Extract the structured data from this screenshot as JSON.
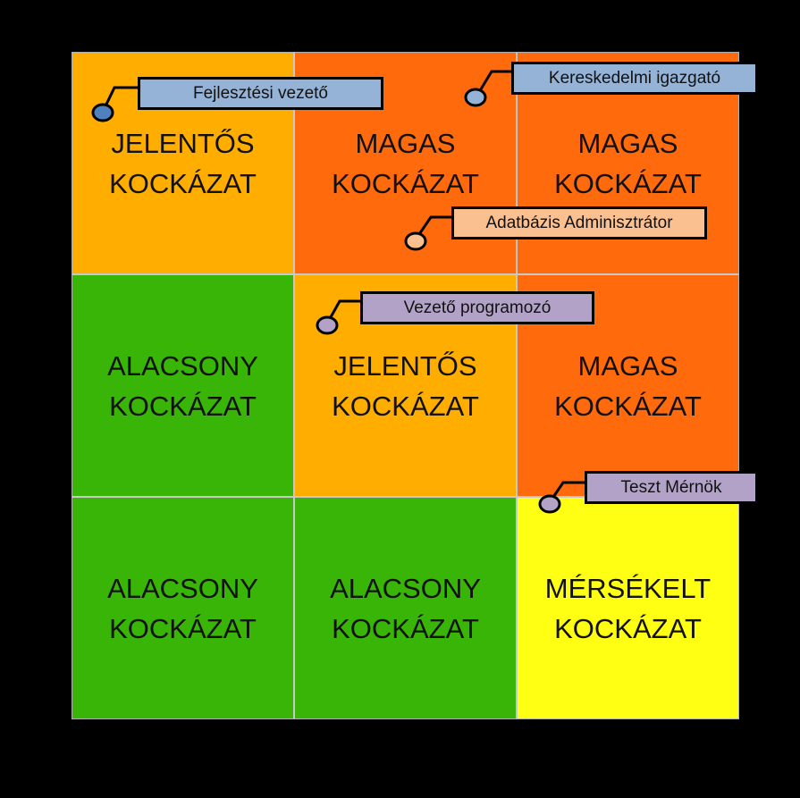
{
  "matrix": {
    "cells": [
      {
        "line1": "JELENTŐS",
        "line2": "KOCKÁZAT",
        "color": "#FFAE00"
      },
      {
        "line1": "MAGAS",
        "line2": "KOCKÁZAT",
        "color": "#FF6A0C"
      },
      {
        "line1": "MAGAS",
        "line2": "KOCKÁZAT",
        "color": "#FF6A0C"
      },
      {
        "line1": "ALACSONY",
        "line2": "KOCKÁZAT",
        "color": "#38B507"
      },
      {
        "line1": "JELENTŐS",
        "line2": "KOCKÁZAT",
        "color": "#FFAE00"
      },
      {
        "line1": "MAGAS",
        "line2": "KOCKÁZAT",
        "color": "#FF6A0C"
      },
      {
        "line1": "ALACSONY",
        "line2": "KOCKÁZAT",
        "color": "#38B507"
      },
      {
        "line1": "ALACSONY",
        "line2": "KOCKÁZAT",
        "color": "#38B507"
      },
      {
        "line1": "MÉRSÉKELT",
        "line2": "KOCKÁZAT",
        "color": "#FFFF14"
      }
    ]
  },
  "markers": [
    {
      "label": "Fejlesztési vezető",
      "box_color": "#95B3D7",
      "dot_color": "#4F81BD"
    },
    {
      "label": "Kereskedelmi igazgató",
      "box_color": "#95B3D7",
      "dot_color": "#95B3D7"
    },
    {
      "label": "Adatbázis Adminisztrátor",
      "box_color": "#FAC090",
      "dot_color": "#FAC090"
    },
    {
      "label": "Vezető programozó",
      "box_color": "#B3A2C7",
      "dot_color": "#B3A2C7"
    },
    {
      "label": "Teszt Mérnök",
      "box_color": "#B3A2C7",
      "dot_color": "#B3A2C7"
    }
  ]
}
